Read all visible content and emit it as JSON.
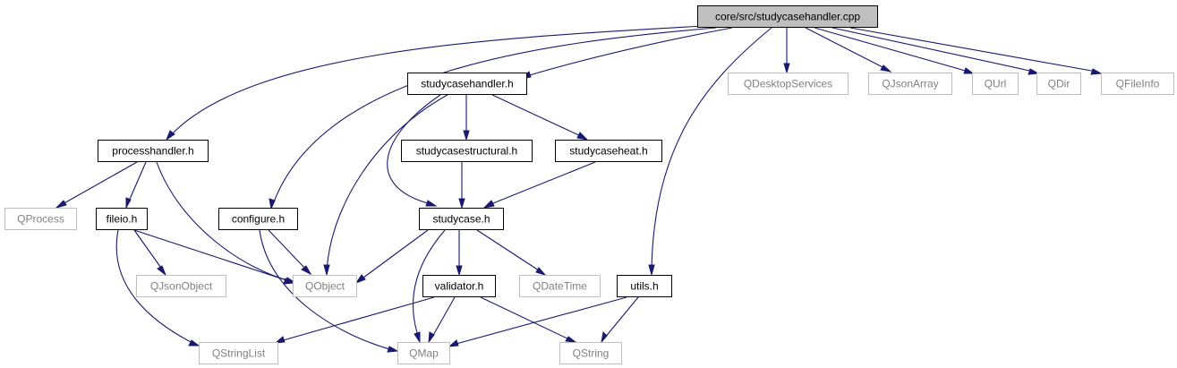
{
  "diagram": {
    "type": "include-dependency-graph",
    "colors": {
      "edge": "#191970",
      "root_fill": "#bfbfbf",
      "documented_border": "#000000",
      "external_border": "#bfbfbf",
      "documented_text": "#000000",
      "external_text": "#808080"
    },
    "nodes": [
      {
        "id": "root",
        "label": "core/src/studycasehandler.cpp",
        "kind": "root"
      },
      {
        "id": "processhandler",
        "label": "processhandler.h",
        "kind": "documented"
      },
      {
        "id": "configure",
        "label": "configure.h",
        "kind": "documented"
      },
      {
        "id": "studycasehandler_h",
        "label": "studycasehandler.h",
        "kind": "documented"
      },
      {
        "id": "studycasestructural",
        "label": "studycasestructural.h",
        "kind": "documented"
      },
      {
        "id": "studycaseheat",
        "label": "studycaseheat.h",
        "kind": "documented"
      },
      {
        "id": "studycase",
        "label": "studycase.h",
        "kind": "documented"
      },
      {
        "id": "fileio",
        "label": "fileio.h",
        "kind": "documented"
      },
      {
        "id": "validator",
        "label": "validator.h",
        "kind": "documented"
      },
      {
        "id": "utils",
        "label": "utils.h",
        "kind": "documented"
      },
      {
        "id": "qprocess",
        "label": "QProcess",
        "kind": "external"
      },
      {
        "id": "qjsonobject",
        "label": "QJsonObject",
        "kind": "external"
      },
      {
        "id": "qobject",
        "label": "QObject",
        "kind": "external"
      },
      {
        "id": "qdatetime",
        "label": "QDateTime",
        "kind": "external"
      },
      {
        "id": "qstringlist",
        "label": "QStringList",
        "kind": "external"
      },
      {
        "id": "qmap",
        "label": "QMap",
        "kind": "external"
      },
      {
        "id": "qstring",
        "label": "QString",
        "kind": "external"
      },
      {
        "id": "qdesktopservices",
        "label": "QDesktopServices",
        "kind": "external"
      },
      {
        "id": "qjsonarray",
        "label": "QJsonArray",
        "kind": "external"
      },
      {
        "id": "qurl",
        "label": "QUrl",
        "kind": "external"
      },
      {
        "id": "qdir",
        "label": "QDir",
        "kind": "external"
      },
      {
        "id": "qfileinfo",
        "label": "QFileInfo",
        "kind": "external"
      }
    ],
    "edges": [
      {
        "from": "root",
        "to": "studycasehandler_h"
      },
      {
        "from": "root",
        "to": "processhandler"
      },
      {
        "from": "root",
        "to": "configure"
      },
      {
        "from": "root",
        "to": "utils"
      },
      {
        "from": "root",
        "to": "qdesktopservices"
      },
      {
        "from": "root",
        "to": "qjsonarray"
      },
      {
        "from": "root",
        "to": "qurl"
      },
      {
        "from": "root",
        "to": "qdir"
      },
      {
        "from": "root",
        "to": "qfileinfo"
      },
      {
        "from": "studycasehandler_h",
        "to": "qobject"
      },
      {
        "from": "studycasehandler_h",
        "to": "studycase"
      },
      {
        "from": "studycasehandler_h",
        "to": "studycasestructural"
      },
      {
        "from": "studycasehandler_h",
        "to": "studycaseheat"
      },
      {
        "from": "studycasestructural",
        "to": "studycase"
      },
      {
        "from": "studycaseheat",
        "to": "studycase"
      },
      {
        "from": "processhandler",
        "to": "qprocess"
      },
      {
        "from": "processhandler",
        "to": "fileio"
      },
      {
        "from": "processhandler",
        "to": "qobject"
      },
      {
        "from": "fileio",
        "to": "qjsonobject"
      },
      {
        "from": "fileio",
        "to": "qobject"
      },
      {
        "from": "fileio",
        "to": "qstringlist"
      },
      {
        "from": "configure",
        "to": "qobject"
      },
      {
        "from": "configure",
        "to": "qmap"
      },
      {
        "from": "studycase",
        "to": "qobject"
      },
      {
        "from": "studycase",
        "to": "validator"
      },
      {
        "from": "studycase",
        "to": "qdatetime"
      },
      {
        "from": "studycase",
        "to": "qmap"
      },
      {
        "from": "validator",
        "to": "qstringlist"
      },
      {
        "from": "validator",
        "to": "qmap"
      },
      {
        "from": "validator",
        "to": "qstring"
      },
      {
        "from": "utils",
        "to": "qmap"
      },
      {
        "from": "utils",
        "to": "qstring"
      }
    ]
  }
}
